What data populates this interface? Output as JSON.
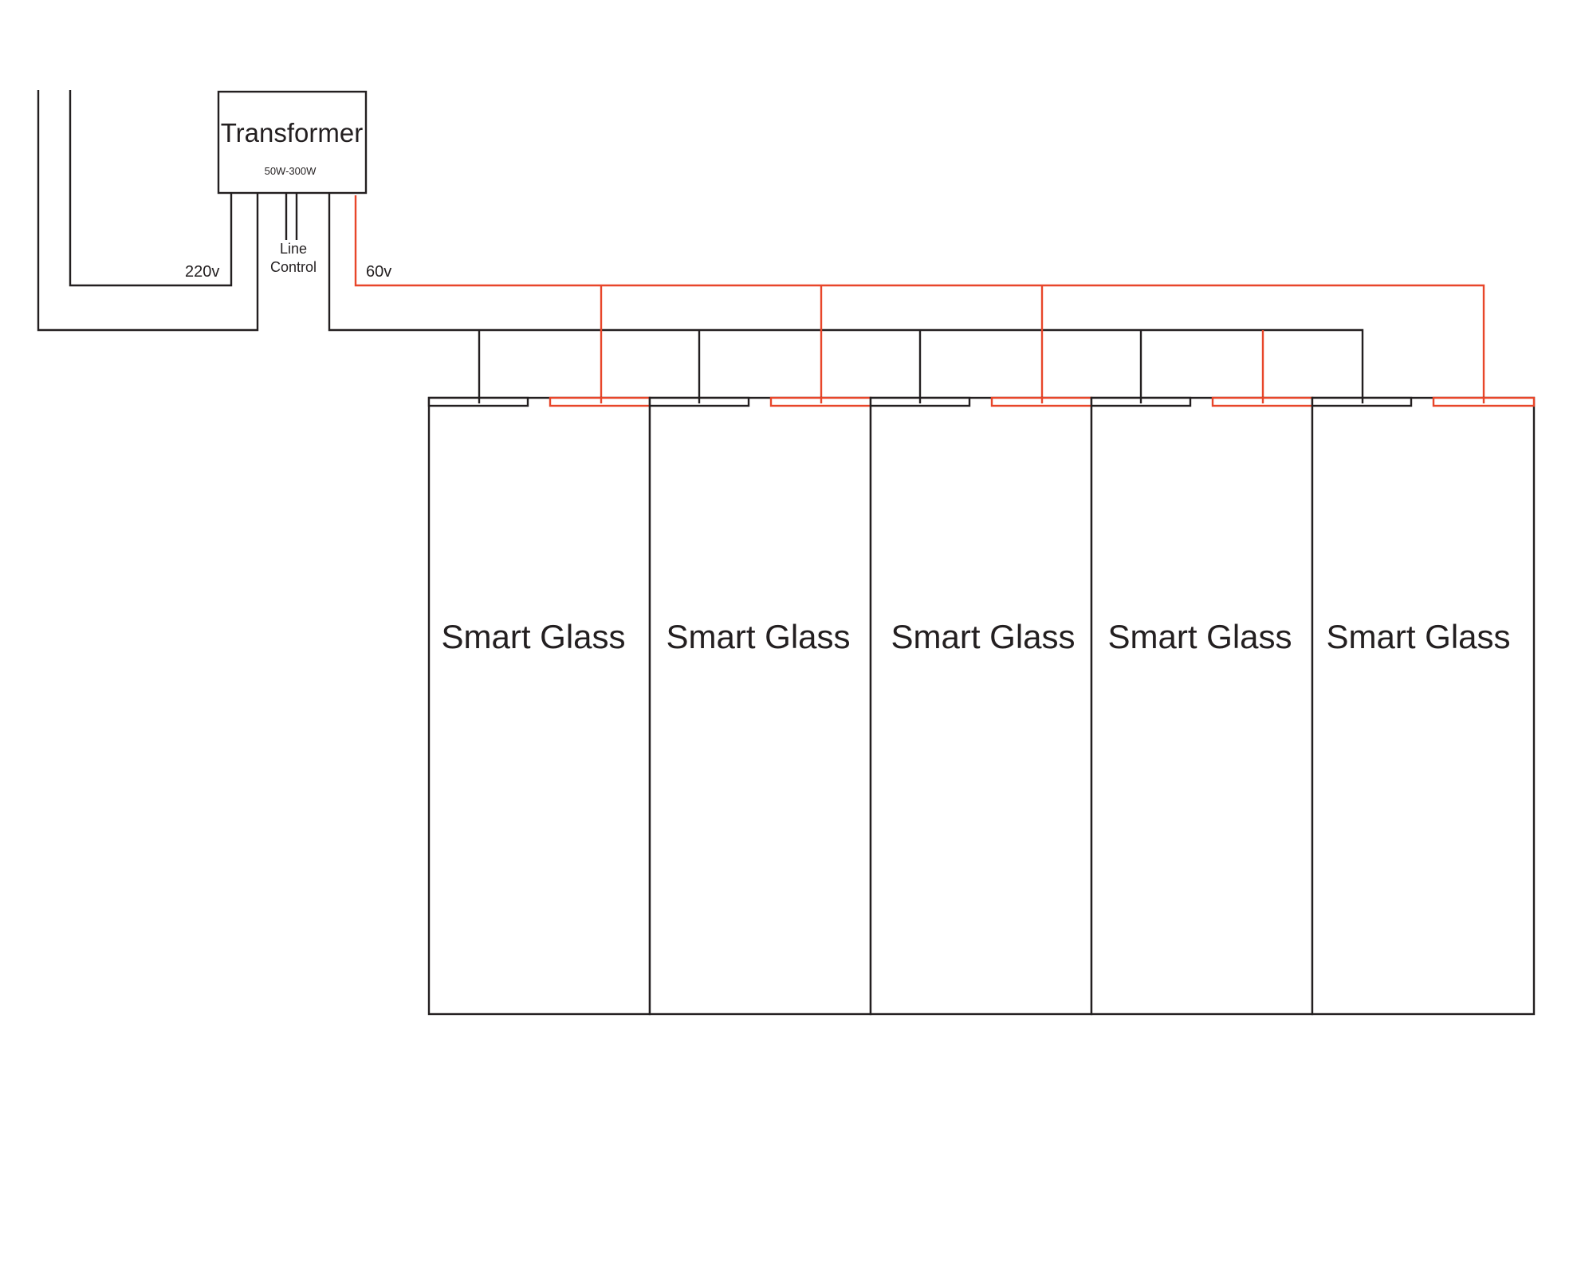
{
  "transformer": {
    "title": "Transformer",
    "rating": "50W-300W"
  },
  "labels": {
    "input_voltage": "220v",
    "line_control_1": "Line",
    "line_control_2": "Control",
    "output_voltage": "60v"
  },
  "panels": [
    {
      "label": "Smart Glass"
    },
    {
      "label": "Smart Glass"
    },
    {
      "label": "Smart Glass"
    },
    {
      "label": "Smart Glass"
    },
    {
      "label": "Smart Glass"
    }
  ],
  "colors": {
    "wire_neutral": "#231f20",
    "wire_live": "#e8462a"
  }
}
